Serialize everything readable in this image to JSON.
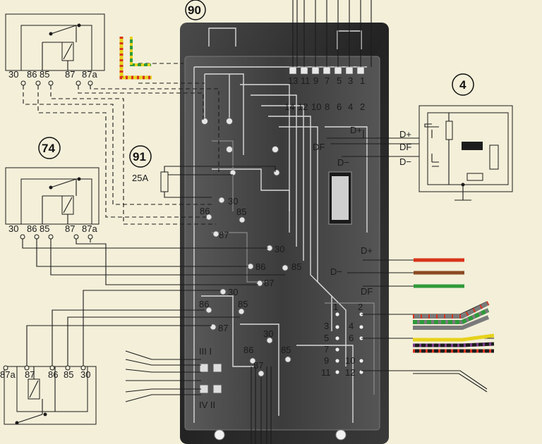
{
  "callouts": {
    "board": "90",
    "relay_top_right": "4",
    "relay_mid_left": "74",
    "fuse": "91"
  },
  "relay_top_left": {
    "terminals": [
      "30",
      "86",
      "85",
      "87",
      "87a"
    ]
  },
  "relay_mid_left": {
    "terminals": [
      "30",
      "86",
      "85",
      "87",
      "87a"
    ]
  },
  "relay_bottom_left": {
    "terminals": [
      "87a",
      "87",
      "86",
      "85",
      "30"
    ]
  },
  "fuse": {
    "rating": "25A"
  },
  "regulator": {
    "terminals": [
      "D+",
      "DF",
      "D−"
    ]
  },
  "board_connector_top": {
    "row1": [
      "13",
      "11",
      "9",
      "7",
      "5",
      "3",
      "1"
    ],
    "row2": [
      "14",
      "12",
      "10",
      "8",
      "6",
      "4",
      "2"
    ]
  },
  "board_labels": {
    "dplus_top": "D+",
    "df_top": "DF",
    "dminus_top": "D−",
    "dplus_mid": "D+",
    "dminus_mid": "D−",
    "df_mid": "DF",
    "s30a": "30",
    "s86a": "86",
    "s85a": "85",
    "s87a": "87",
    "s30b": "30",
    "s86b": "86",
    "s85b": "85",
    "s87b": "87",
    "s30c": "30",
    "s86c": "86",
    "s85c": "85",
    "s87c": "87",
    "s30d": "30",
    "s86d": "86",
    "s87d": "87",
    "s85d": "85",
    "sw1": "III  I",
    "sw2": "IV II"
  },
  "right_connector": {
    "pins": [
      "1",
      "2",
      "3",
      "4",
      "5",
      "6",
      "7",
      "9",
      "10",
      "11",
      "12"
    ]
  },
  "colors": {
    "background": "#f3efd9",
    "board_dark": "#2b2b2b",
    "wire_red": "#d8341c",
    "wire_brown": "#8a4a22",
    "wire_green": "#2f9a3a",
    "wire_yellow": "#e6d21c",
    "wire_purple": "#7a3a8a"
  }
}
